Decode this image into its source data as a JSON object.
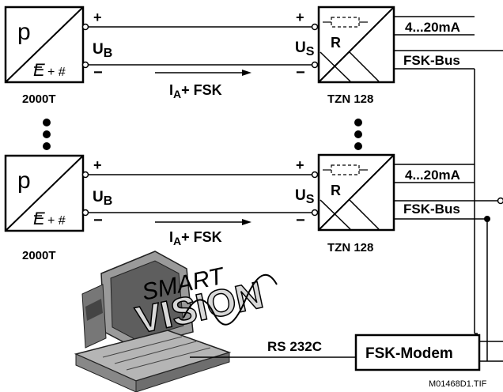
{
  "units": [
    {
      "transmitter": {
        "p_label": "p",
        "e_label": "E",
        "plus_hash": "+ #",
        "name": "2000T"
      },
      "plus_left": "+",
      "minus_left": "−",
      "ub_main": "U",
      "ub_sub": "B",
      "plus_right": "+",
      "minus_right": "−",
      "us_main": "U",
      "us_sub": "S",
      "current_main": "I",
      "current_sub": "A",
      "current_rest": "+ FSK",
      "converter": {
        "r_label": "R",
        "name": "TZN 128",
        "out1": "4...20mA",
        "out2": "FSK-Bus"
      }
    },
    {
      "transmitter": {
        "p_label": "p",
        "e_label": "E",
        "plus_hash": "+ #",
        "name": "2000T"
      },
      "plus_left": "+",
      "minus_left": "−",
      "ub_main": "U",
      "ub_sub": "B",
      "plus_right": "+",
      "minus_right": "−",
      "us_main": "U",
      "us_sub": "S",
      "current_main": "I",
      "current_sub": "A",
      "current_rest": "+ FSK",
      "converter": {
        "r_label": "R",
        "name": "TZN 128",
        "out1": "4...20mA",
        "out2": "FSK-Bus"
      }
    }
  ],
  "pc": {
    "logo_top": "SMART",
    "logo_bottom": "VISION"
  },
  "link": {
    "label": "RS 232C"
  },
  "modem": {
    "label": "FSK-Modem"
  },
  "figure_id": "M01468D1.TIF"
}
